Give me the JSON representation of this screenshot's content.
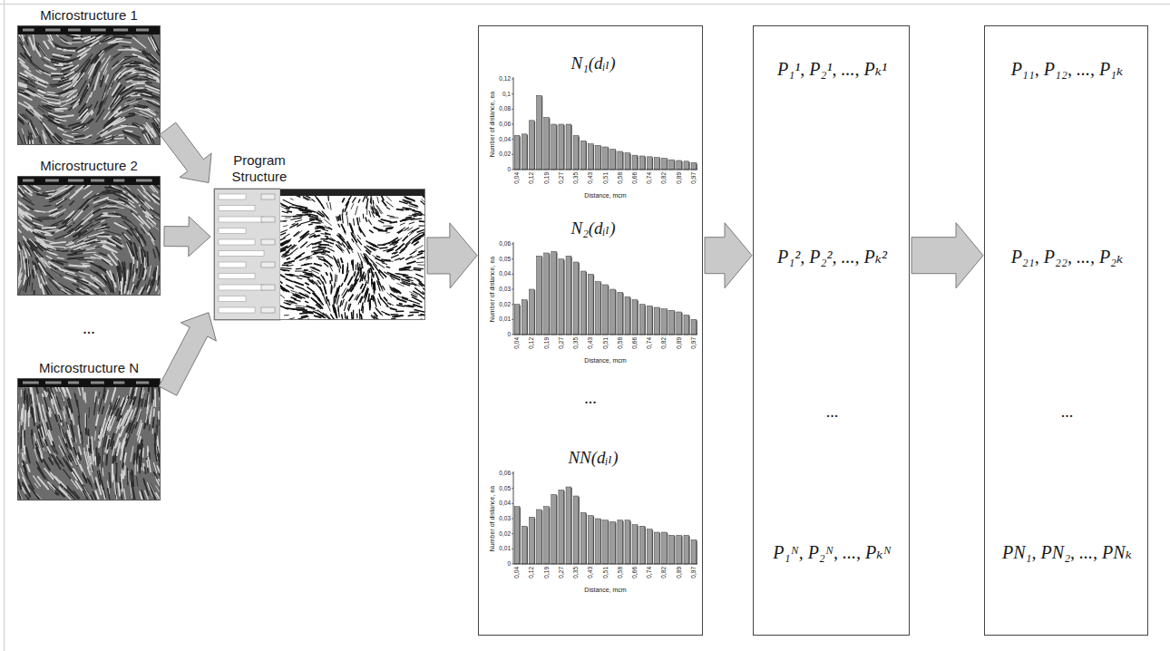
{
  "diagram": {
    "nodes": [
      {
        "text": [
          "Microstructure 1"
        ]
      },
      {
        "text": [
          "Microstructure 2"
        ]
      },
      {
        "text": [
          "Microstructure N"
        ]
      },
      {
        "text": [
          "Program Structure"
        ]
      },
      {
        "text": [
          "..."
        ]
      },
      {
        "text": [
          "N₁(dᵢₗ)",
          "Number of distance, ea",
          "Distance, mcm"
        ],
        "in": 4
      },
      {
        "text": [
          "N₂(dᵢₗ)",
          "Number of distance, ea",
          "Distance, mcm"
        ],
        "in": 4
      },
      {
        "text": [
          "NN(dᵢₗ)",
          "Number of distance, ea",
          "Distance, mcm"
        ],
        "in": 4
      },
      {
        "text": [
          "P₁¹, P₂¹, ..., Pₖ¹",
          "P₁², P₂², ..., Pₖ²",
          "...",
          "P₁ᴺ, P₂ᴺ, ..., Pₖᴺ"
        ]
      },
      {
        "text": [
          "P₁₁, P₁₂, ..., P₁ₖ",
          "P₂₁, P₂₂, ..., P₂ₖ",
          "...",
          "PN₁, PN₂, ..., PNₖ"
        ]
      }
    ],
    "edges": [
      {
        "from": 0,
        "to": 3,
        "arrow": "to"
      },
      {
        "from": 1,
        "to": 3,
        "arrow": "to"
      },
      {
        "from": 2,
        "to": 3,
        "arrow": "to"
      },
      {
        "from": 3,
        "to": 4,
        "arrow": "to"
      },
      {
        "from": 4,
        "to": 8,
        "arrow": "to"
      },
      {
        "from": 8,
        "to": 9,
        "arrow": "to"
      }
    ],
    "labels": [
      "...",
      "0",
      "0,02",
      "0,04",
      "0,06",
      "0,08",
      "0,1",
      "0,12",
      "0,04",
      "0,12",
      "0,19",
      "0,27",
      "0,35",
      "0,43",
      "0,51",
      "0,58",
      "0,66",
      "0,74",
      "0,82",
      "0,89",
      "0,97",
      "0",
      "0,01",
      "0,02",
      "0,03",
      "0,04",
      "0,05",
      "0,06",
      "0,04",
      "0,12",
      "0,19",
      "0,27",
      "0,35",
      "0,43",
      "0,51",
      "0,58",
      "0,66",
      "0,74",
      "0,82",
      "0,89",
      "0,97",
      "0",
      "0,01",
      "0,02",
      "0,03",
      "0,04",
      "0,05",
      "0,06",
      "0,04",
      "0,12",
      "0,19",
      "0,27",
      "0,35",
      "0,43",
      "0,51",
      "0,58",
      "0,66",
      "0,74",
      "0,82",
      "0,89",
      "0,97"
    ]
  }
}
